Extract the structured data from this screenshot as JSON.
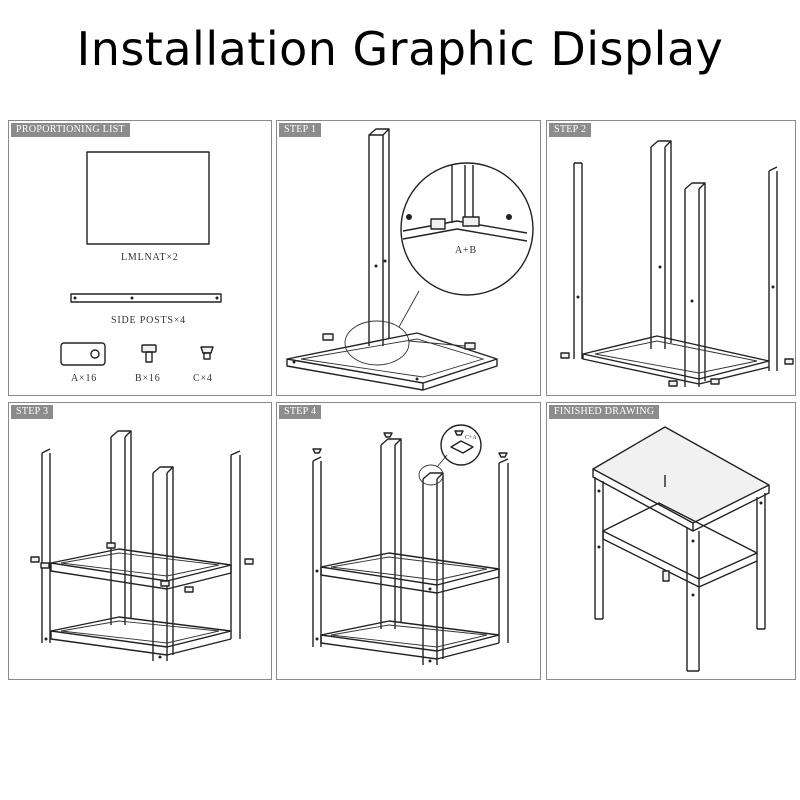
{
  "title": "Installation Graphic Display",
  "panels": {
    "proportioning": {
      "label": "PROPORTIONING LIST",
      "board_caption": "LMLNAT×2",
      "posts_caption": "SIDE POSTS×4",
      "part_a": "A×16",
      "part_b": "B×16",
      "part_c": "C×4"
    },
    "step1": {
      "label": "STEP 1",
      "callout": "A+B"
    },
    "step2": {
      "label": "STEP 2"
    },
    "step3": {
      "label": "STEP 3"
    },
    "step4": {
      "label": "STEP 4",
      "callout": "C+A"
    },
    "finished": {
      "label": "FINISHED DRAWING"
    }
  }
}
